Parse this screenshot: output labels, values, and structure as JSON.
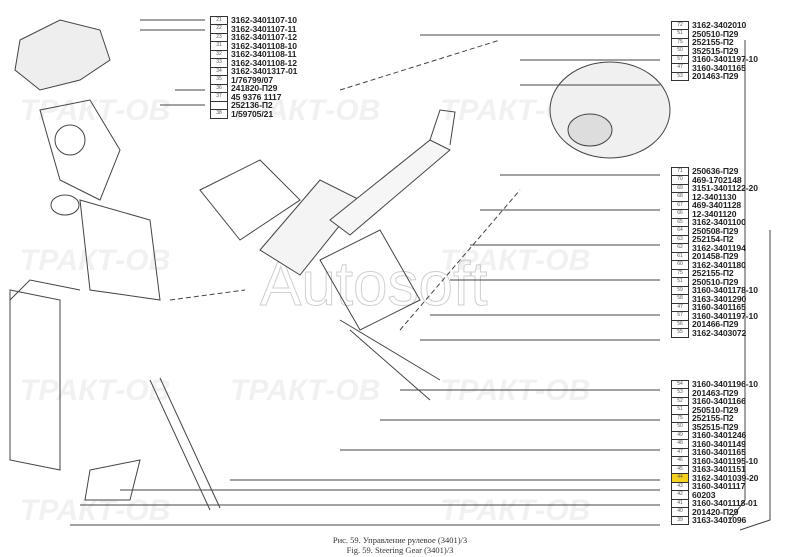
{
  "left_callouts": [
    {
      "n": "21",
      "part": "3162-3401107-10"
    },
    {
      "n": "22",
      "part": "3162-3401107-11"
    },
    {
      "n": "23",
      "part": "3162-3401107-12"
    },
    {
      "n": "31",
      "part": "3162-3401108-10"
    },
    {
      "n": "32",
      "part": "3162-3401108-11"
    },
    {
      "n": "33",
      "part": "3162-3401108-12"
    },
    {
      "n": "34",
      "part": "3162-3401317-01"
    },
    {
      "n": "35",
      "part": "1/76799/07"
    },
    {
      "n": "36",
      "part": "241820-П29"
    },
    {
      "n": "37",
      "part": "45 9376 1117"
    },
    {
      "n": "",
      "part": "252136-П2"
    },
    {
      "n": "38",
      "part": "1/59705/21"
    }
  ],
  "right_top_callouts": [
    {
      "n": "72",
      "part": "3162-3402010"
    },
    {
      "n": "51",
      "part": "250510-П29"
    },
    {
      "n": "75",
      "part": "252155-П2"
    },
    {
      "n": "50",
      "part": "352515-П29"
    },
    {
      "n": "57",
      "part": "3160-3401197-10"
    },
    {
      "n": "47",
      "part": "3160-3401165"
    },
    {
      "n": "53",
      "part": "201463-П29"
    }
  ],
  "right_mid_callouts": [
    {
      "n": "71",
      "part": "250636-П29"
    },
    {
      "n": "70",
      "part": "469-1702148"
    },
    {
      "n": "69",
      "part": "3151-3401122-20"
    },
    {
      "n": "68",
      "part": "12-3401130"
    },
    {
      "n": "67",
      "part": "469-3401128"
    },
    {
      "n": "66",
      "part": "12-3401120"
    },
    {
      "n": "65",
      "part": "3162-3401100"
    },
    {
      "n": "64",
      "part": "250508-П29"
    },
    {
      "n": "63",
      "part": "252154-П2"
    },
    {
      "n": "62",
      "part": "3162-3401194"
    },
    {
      "n": "61",
      "part": "201458-П29"
    },
    {
      "n": "60",
      "part": "3162-3401180"
    },
    {
      "n": "75",
      "part": "252155-П2"
    },
    {
      "n": "51",
      "part": "250510-П29"
    },
    {
      "n": "59",
      "part": "3160-3401178-10"
    },
    {
      "n": "58",
      "part": "3163-3401290"
    },
    {
      "n": "47",
      "part": "3160-3401165"
    },
    {
      "n": "57",
      "part": "3160-3401197-10"
    },
    {
      "n": "56",
      "part": "201466-П29"
    },
    {
      "n": "55",
      "part": "3162-3403072"
    }
  ],
  "right_bottom_callouts": [
    {
      "n": "54",
      "part": "3160-3401196-10"
    },
    {
      "n": "53",
      "part": "201463-П29"
    },
    {
      "n": "52",
      "part": "3160-3401166"
    },
    {
      "n": "51",
      "part": "250510-П29"
    },
    {
      "n": "75",
      "part": "252155-П2"
    },
    {
      "n": "50",
      "part": "352515-П29"
    },
    {
      "n": "49",
      "part": "3160-3401246"
    },
    {
      "n": "48",
      "part": "3160-3401149"
    },
    {
      "n": "47",
      "part": "3160-3401165"
    },
    {
      "n": "46",
      "part": "3160-3401195-10"
    },
    {
      "n": "45",
      "part": "3163-3401151"
    },
    {
      "n": "44",
      "part": "3162-3401039-20",
      "highlighted": true
    },
    {
      "n": "43",
      "part": "3160-3401117"
    },
    {
      "n": "42",
      "part": "60203"
    },
    {
      "n": "41",
      "part": "3160-3401118-01"
    },
    {
      "n": "40",
      "part": "201420-П29"
    },
    {
      "n": "39",
      "part": "3163-3401096"
    }
  ],
  "caption": {
    "ru": "Рис. 59. Управление рулевое (3401)/3",
    "en": "Fig. 59. Steering Gear (3401)/3"
  },
  "watermarks": {
    "brand": "ТРАКТ-ОВ",
    "center": "Autosoft"
  },
  "colors": {
    "highlight": "#f5d020",
    "line": "#555555"
  }
}
